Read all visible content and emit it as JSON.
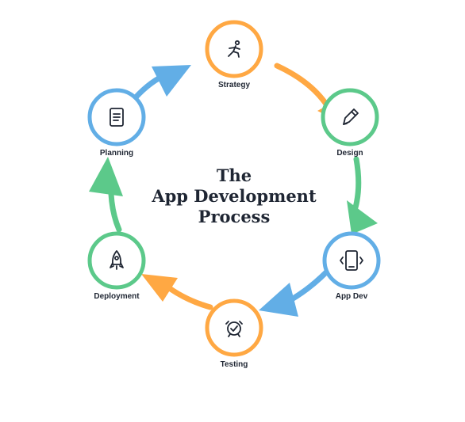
{
  "title_lines": [
    "The",
    "App Development",
    "Process"
  ],
  "colors": {
    "orange": "#ffa843",
    "green": "#5cc98a",
    "blue": "#62aee6",
    "text": "#1f2633"
  },
  "steps": [
    {
      "label": "Strategy",
      "icon": "person-sprint-icon",
      "ring_color": "orange"
    },
    {
      "label": "Design",
      "icon": "pen-icon",
      "ring_color": "green"
    },
    {
      "label": "App Dev",
      "icon": "tablet-code-icon",
      "ring_color": "blue"
    },
    {
      "label": "Testing",
      "icon": "clock-check-icon",
      "ring_color": "orange"
    },
    {
      "label": "Deployment",
      "icon": "rocket-icon",
      "ring_color": "green"
    },
    {
      "label": "Planning",
      "icon": "document-icon",
      "ring_color": "blue"
    }
  ],
  "arrows": [
    {
      "from": "Strategy",
      "to": "Design",
      "color": "orange"
    },
    {
      "from": "Design",
      "to": "App Dev",
      "color": "green"
    },
    {
      "from": "App Dev",
      "to": "Testing",
      "color": "blue"
    },
    {
      "from": "Testing",
      "to": "Deployment",
      "color": "orange"
    },
    {
      "from": "Deployment",
      "to": "Planning",
      "color": "green"
    },
    {
      "from": "Planning",
      "to": "Strategy",
      "color": "blue"
    }
  ]
}
